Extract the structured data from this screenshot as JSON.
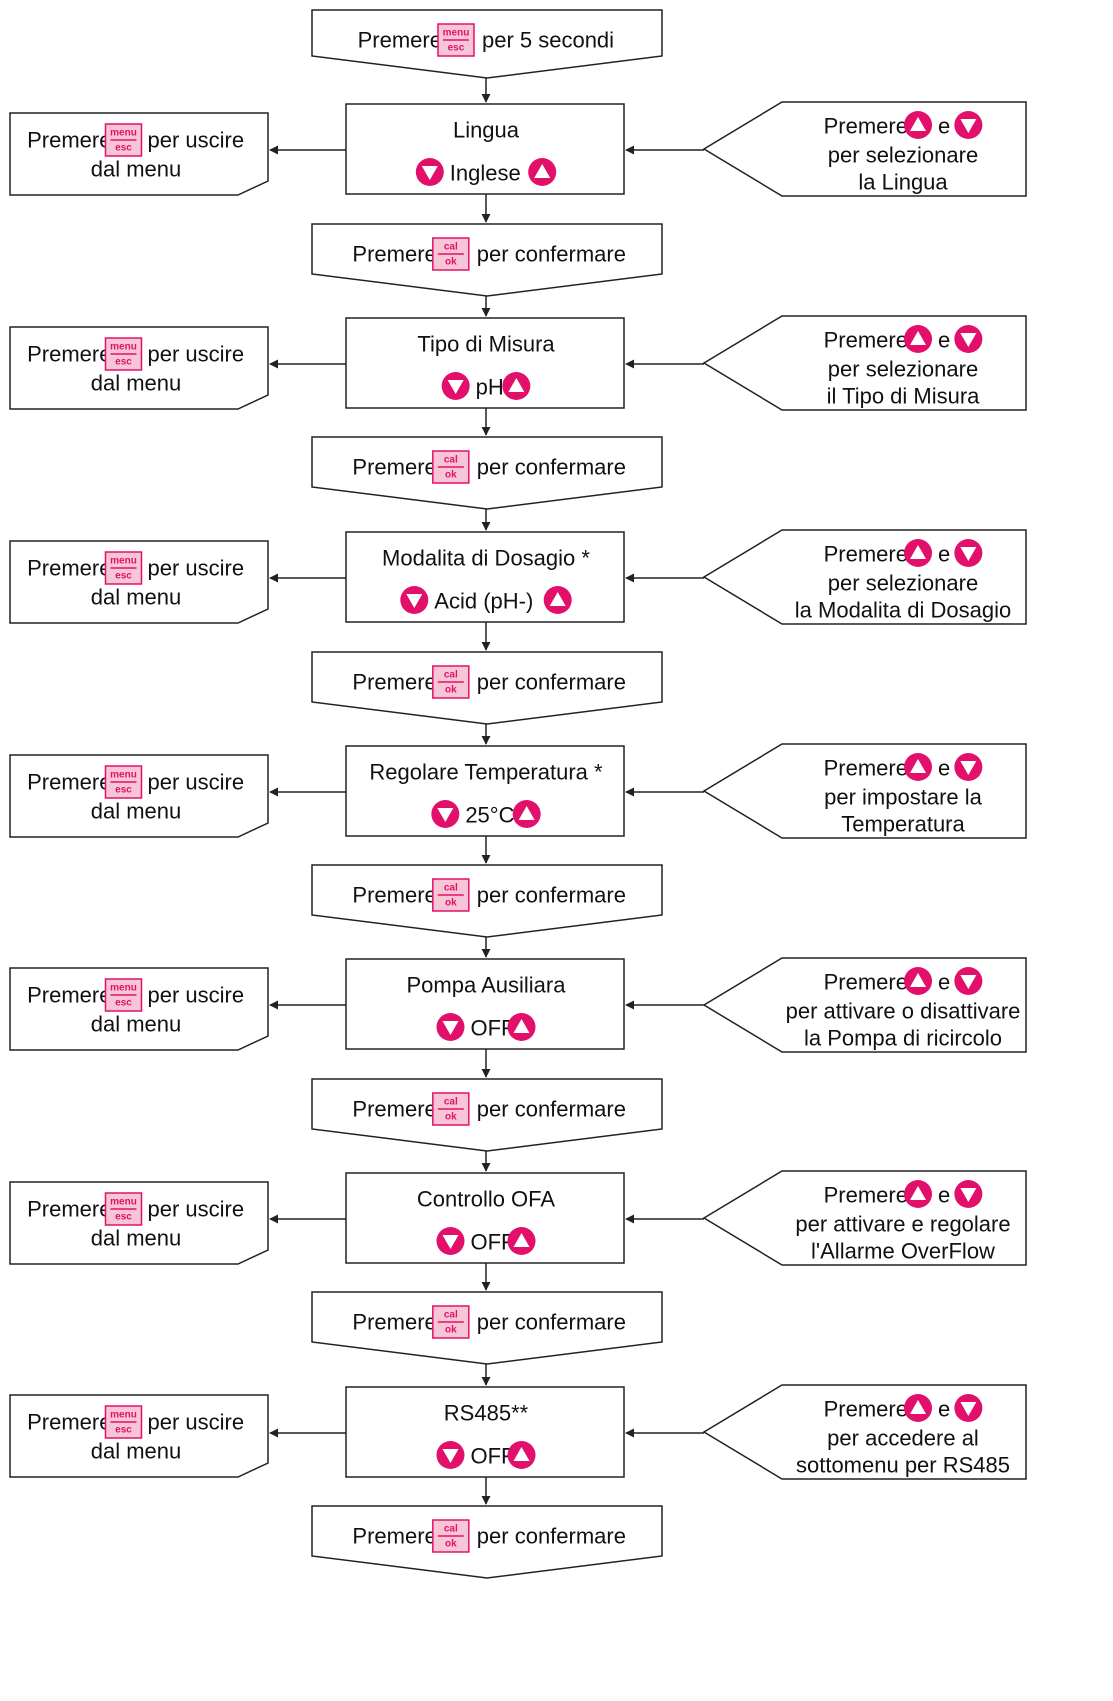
{
  "start": {
    "pre": "Premere",
    "post": "per 5 secondi",
    "key": "menu-esc-key"
  },
  "key_labels": {
    "menu_top": "menu",
    "menu_bottom": "esc",
    "cal_top": "cal",
    "cal_bottom": "ok"
  },
  "exit_note": {
    "pre": "Premere",
    "post": "per uscire",
    "line2": "dal menu"
  },
  "confirm_note": {
    "pre": "Premere",
    "post": "per confermare"
  },
  "steps": [
    {
      "title": "Lingua",
      "value": "Inglese",
      "hint_pre": "Premere",
      "hint_mid": "e",
      "hint_line2": "per selezionare",
      "hint_line3": "la Lingua"
    },
    {
      "title": "Tipo di Misura",
      "value": "pH",
      "hint_pre": "Premere",
      "hint_mid": "e",
      "hint_line2": "per selezionare",
      "hint_line3": "il Tipo di Misura"
    },
    {
      "title": "Modalita di Dosagio *",
      "value": "Acid (pH-)",
      "hint_pre": "Premere",
      "hint_mid": "e",
      "hint_line2": "per selezionare",
      "hint_line3": "la Modalita di Dosagio"
    },
    {
      "title": "Regolare Temperatura *",
      "value": "25°C",
      "hint_pre": "Premere",
      "hint_mid": "e",
      "hint_line2": "per impostare la",
      "hint_line3": "Temperatura"
    },
    {
      "title": "Pompa Ausiliara",
      "value": "OFF",
      "hint_pre": "Premere",
      "hint_mid": "e",
      "hint_line2": "per attivare o disattivare",
      "hint_line3": "la Pompa di ricircolo"
    },
    {
      "title": "Controllo OFA",
      "value": "OFF",
      "hint_pre": "Premere",
      "hint_mid": "e",
      "hint_line2": "per attivare e regolare",
      "hint_line3": "l'Allarme OverFlow"
    },
    {
      "title": "RS485**",
      "value": "OFF",
      "hint_pre": "Premere",
      "hint_mid": "e",
      "hint_line2": "per accedere al",
      "hint_line3": "sottomenu per RS485"
    }
  ],
  "colors": {
    "accent": "#e2106b",
    "key_fill": "#f6c6d6",
    "line": "#222222",
    "icons": [
      "menu-esc-key",
      "cal-ok-key",
      "triangle-up-icon",
      "triangle-down-icon"
    ]
  }
}
